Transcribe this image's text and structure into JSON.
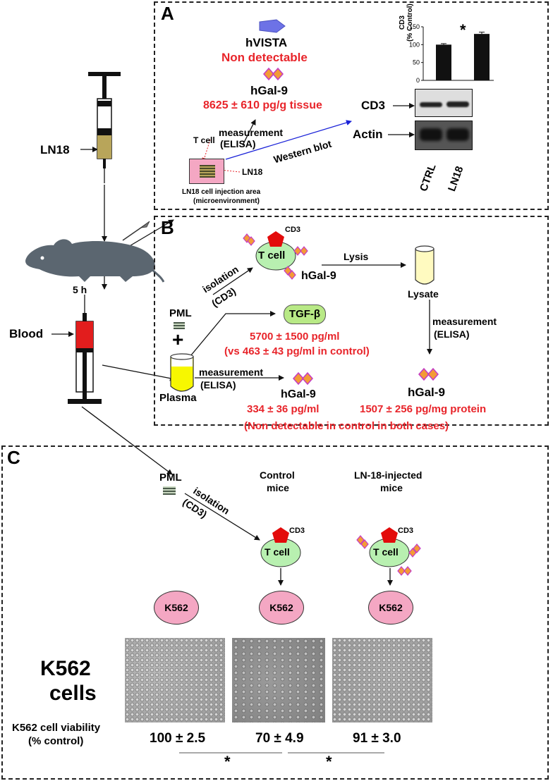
{
  "panelA": {
    "label": "A",
    "hvista": "hVISTA",
    "hvista_value": "Non detectable",
    "hgal9": "hGal-9",
    "hgal9_value": "8625 ± 610 pg/g tissue",
    "measurement": "measurement",
    "elisa": "(ELISA)",
    "tcell": "T cell",
    "ln18": "LN18",
    "western": "Western blot",
    "area_line1": "LN18 cell injection area",
    "area_line2": "(microenvironment)",
    "cd3_label": "CD3",
    "actin_label": "Actin",
    "lane_ctrl": "CTRL",
    "lane_ln18": "LN18",
    "star": "*"
  },
  "bar_chart": {
    "ylabel_line1": "CD3",
    "ylabel_line2": "(% Control)",
    "ticks": [
      "150",
      "100",
      "50",
      "0"
    ]
  },
  "chart_data": {
    "type": "bar",
    "categories": [
      "CTRL",
      "LN18"
    ],
    "values": [
      100,
      130
    ],
    "errors": [
      3,
      5
    ],
    "ylabel": "CD3 (% Control)",
    "ylim": [
      0,
      150
    ],
    "annotations": [
      "*"
    ]
  },
  "left": {
    "ln18": "LN18",
    "time": "5 h",
    "blood": "Blood"
  },
  "panelB": {
    "label": "B",
    "cd3": "CD3",
    "tcell": "T cell",
    "hgal9_cell": "hGal-9",
    "lysis": "Lysis",
    "lysate": "Lysate",
    "isolation": "isolation",
    "isolation_cd3": "(CD3)",
    "pml": "PML",
    "plus": "+",
    "tgf": "TGF-β",
    "tgf_value": "5700 ± 1500 pg/ml",
    "tgf_control": "(vs 463 ± 43 pg/ml in control)",
    "measurement": "measurement",
    "elisa": "(ELISA)",
    "plasma": "Plasma",
    "hgal9_plasma": "hGal-9",
    "hgal9_plasma_value": "334 ± 36 pg/ml",
    "lysate_measurement": "measurement",
    "lysate_elisa": "(ELISA)",
    "hgal9_lysate": "hGal-9",
    "hgal9_lysate_value": "1507 ± 256 pg/mg protein",
    "footnote": "(Non detectable in control in both cases)"
  },
  "panelC": {
    "label": "C",
    "pml": "PML",
    "isolation": "isolation",
    "isolation_cd3": "(CD3)",
    "control_mice_1": "Control",
    "control_mice_2": "mice",
    "ln18_mice_1": "LN-18-injected",
    "ln18_mice_2": "mice",
    "cd3": "CD3",
    "tcell": "T cell",
    "k562": "K562",
    "k562_cells_1": "K562",
    "k562_cells_2": "cells",
    "viability_1": "K562 cell viability",
    "viability_2": "(% control)",
    "values": [
      "100 ± 2.5",
      "70 ± 4.9",
      "91 ± 3.0"
    ],
    "star": "*"
  },
  "colors": {
    "red": "#e8242a",
    "tcell": "#b8f0b0",
    "k562": "#f4a7c3",
    "pentagon": "#e30b0b",
    "hvista": "#6d72e6",
    "tgf": "#b8e986"
  }
}
